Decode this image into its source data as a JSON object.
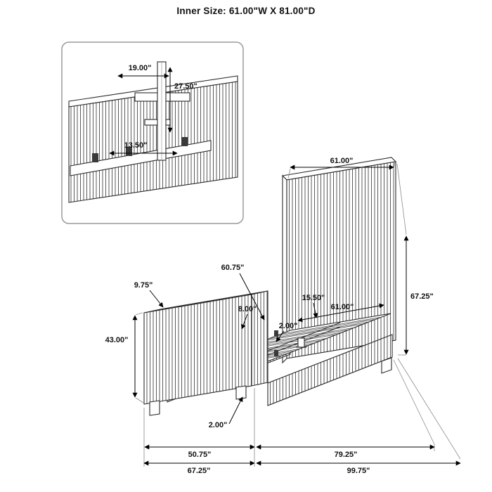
{
  "title": "Inner Size: 61.00\"W X 81.00\"D",
  "inset": {
    "bracket_width": "19.00\"",
    "bracket_height": "27.50\"",
    "bracket_spacing": "13.50\""
  },
  "dims": {
    "headboard_width": "61.00\"",
    "headboard_height": "67.25\"",
    "rail_top_width": "9.75\"",
    "slat_width": "60.75\"",
    "slat_setback": "15.50\"",
    "inner_width": "61.00\"",
    "rail_height_offset": "8.00\"",
    "slat_thickness": "2.00\"",
    "footboard_height": "43.00\"",
    "leg_height": "2.00\"",
    "footboard_inner_width": "50.75\"",
    "rail_length": "79.25\"",
    "overall_width": "67.25\"",
    "overall_depth": "99.75\""
  }
}
